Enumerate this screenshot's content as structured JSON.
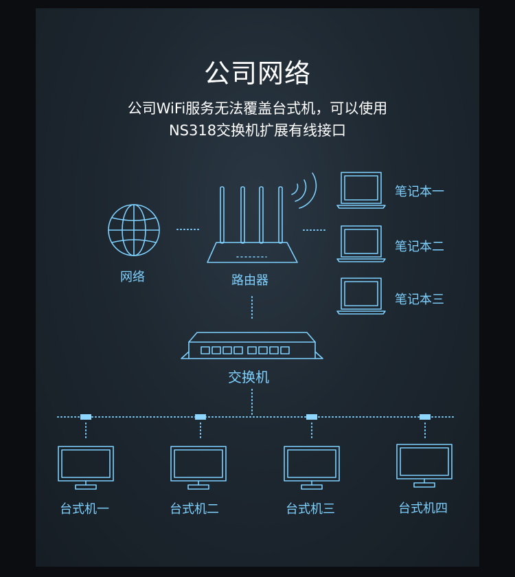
{
  "title": "公司网络",
  "subtitle_line1": "公司WiFi服务无法覆盖台式机，可以使用",
  "subtitle_line2": "NS318交换机扩展有线接口",
  "nodes": {
    "internet": "网络",
    "router": "路由器",
    "switch": "交换机",
    "laptops": [
      "笔记本一",
      "笔记本二",
      "笔记本三"
    ],
    "desktops": [
      "台式机一",
      "台式机二",
      "台式机三",
      "台式机四"
    ]
  },
  "colors": {
    "line": "#7fd1ff",
    "text": "#ffffff",
    "connector": "#8fd6ff"
  }
}
